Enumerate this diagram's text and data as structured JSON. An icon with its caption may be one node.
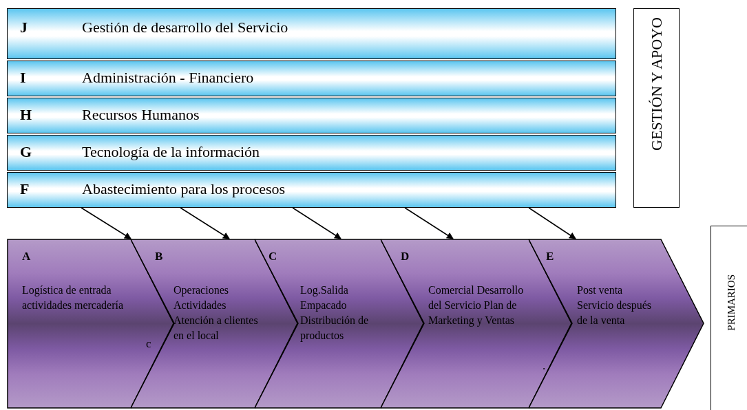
{
  "diagram": {
    "nodes": [
      {
        "text": [
          "J",
          "Gestión de desarrollo del Servicio"
        ]
      },
      {
        "text": [
          "I",
          "Administración - Financiero"
        ]
      },
      {
        "text": [
          "H",
          "Recursos Humanos"
        ]
      },
      {
        "text": [
          "G",
          "Tecnología de la información"
        ]
      },
      {
        "text": [
          "F",
          "Abastecimiento para los procesos"
        ]
      },
      {
        "text": [
          "GESTIÓN Y APOYO"
        ]
      },
      {
        "text": [
          "A",
          "Logística de entrada actividades mercadería"
        ]
      },
      {
        "text": [
          "B",
          "Operaciones Actividades Atención a clientes en el local"
        ]
      },
      {
        "text": [
          "C",
          "Log.Salida Empacado Distribución de productos"
        ]
      },
      {
        "text": [
          "D",
          "Comercial Desarrollo del Servicio Plan de Marketing y Ventas"
        ]
      },
      {
        "text": [
          "E",
          "Post venta Servicio después de la venta"
        ]
      },
      {
        "text": [
          "PRIMARIOS"
        ]
      }
    ],
    "edges": [
      {
        "from": 4,
        "to": 6,
        "arrow": "to"
      },
      {
        "from": 4,
        "to": 7,
        "arrow": "to"
      },
      {
        "from": 4,
        "to": 8,
        "arrow": "to"
      },
      {
        "from": 4,
        "to": 9,
        "arrow": "to"
      },
      {
        "from": 4,
        "to": 10,
        "arrow": "to"
      }
    ],
    "labels": [
      "c",
      "."
    ]
  }
}
